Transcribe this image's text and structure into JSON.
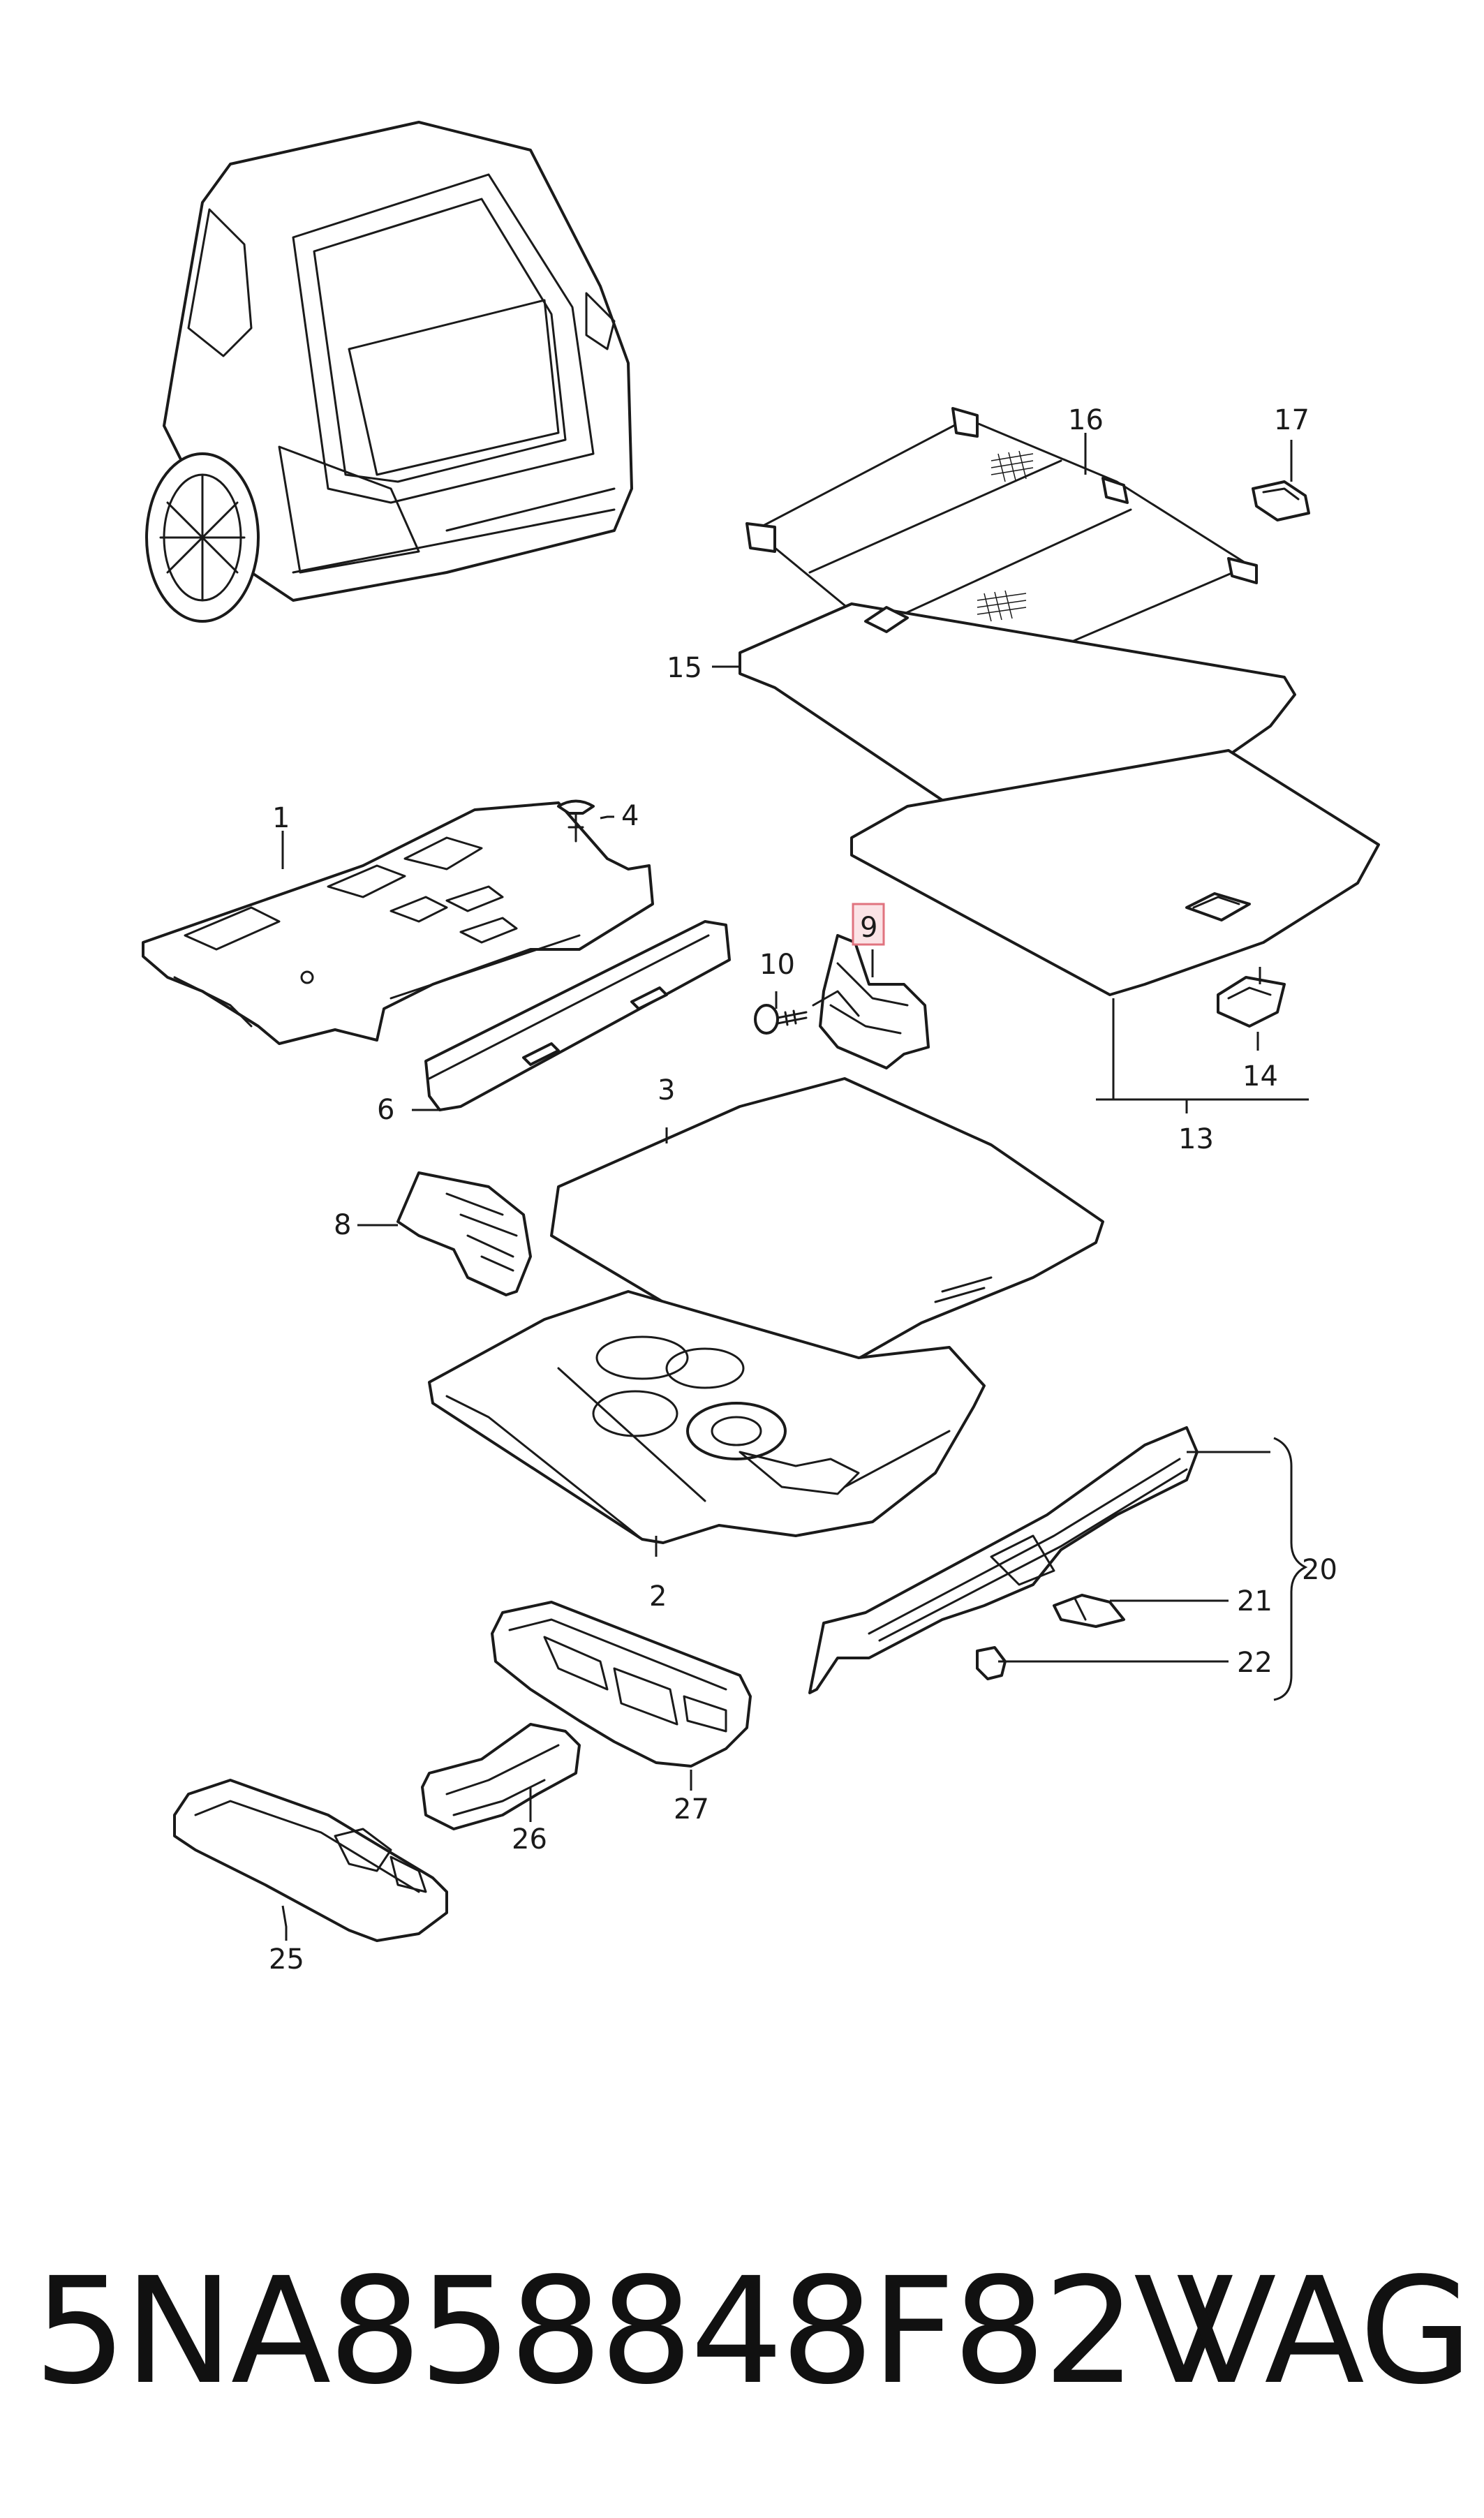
{
  "diagram": {
    "callouts": [
      {
        "id": "1",
        "label": "1"
      },
      {
        "id": "2",
        "label": "2"
      },
      {
        "id": "3",
        "label": "3"
      },
      {
        "id": "4",
        "label": "4"
      },
      {
        "id": "6",
        "label": "6"
      },
      {
        "id": "8",
        "label": "8"
      },
      {
        "id": "9",
        "label": "9",
        "highlighted": true
      },
      {
        "id": "10",
        "label": "10"
      },
      {
        "id": "13",
        "label": "13"
      },
      {
        "id": "14",
        "label": "14"
      },
      {
        "id": "15",
        "label": "15"
      },
      {
        "id": "16",
        "label": "16"
      },
      {
        "id": "17",
        "label": "17"
      },
      {
        "id": "20",
        "label": "20"
      },
      {
        "id": "21",
        "label": "21"
      },
      {
        "id": "22",
        "label": "22"
      },
      {
        "id": "25",
        "label": "25"
      },
      {
        "id": "26",
        "label": "26"
      },
      {
        "id": "27",
        "label": "27"
      }
    ],
    "highlight_color": "#e0737f"
  },
  "footer": {
    "part_number": "5NA858848F82V",
    "brand": "VAG"
  }
}
